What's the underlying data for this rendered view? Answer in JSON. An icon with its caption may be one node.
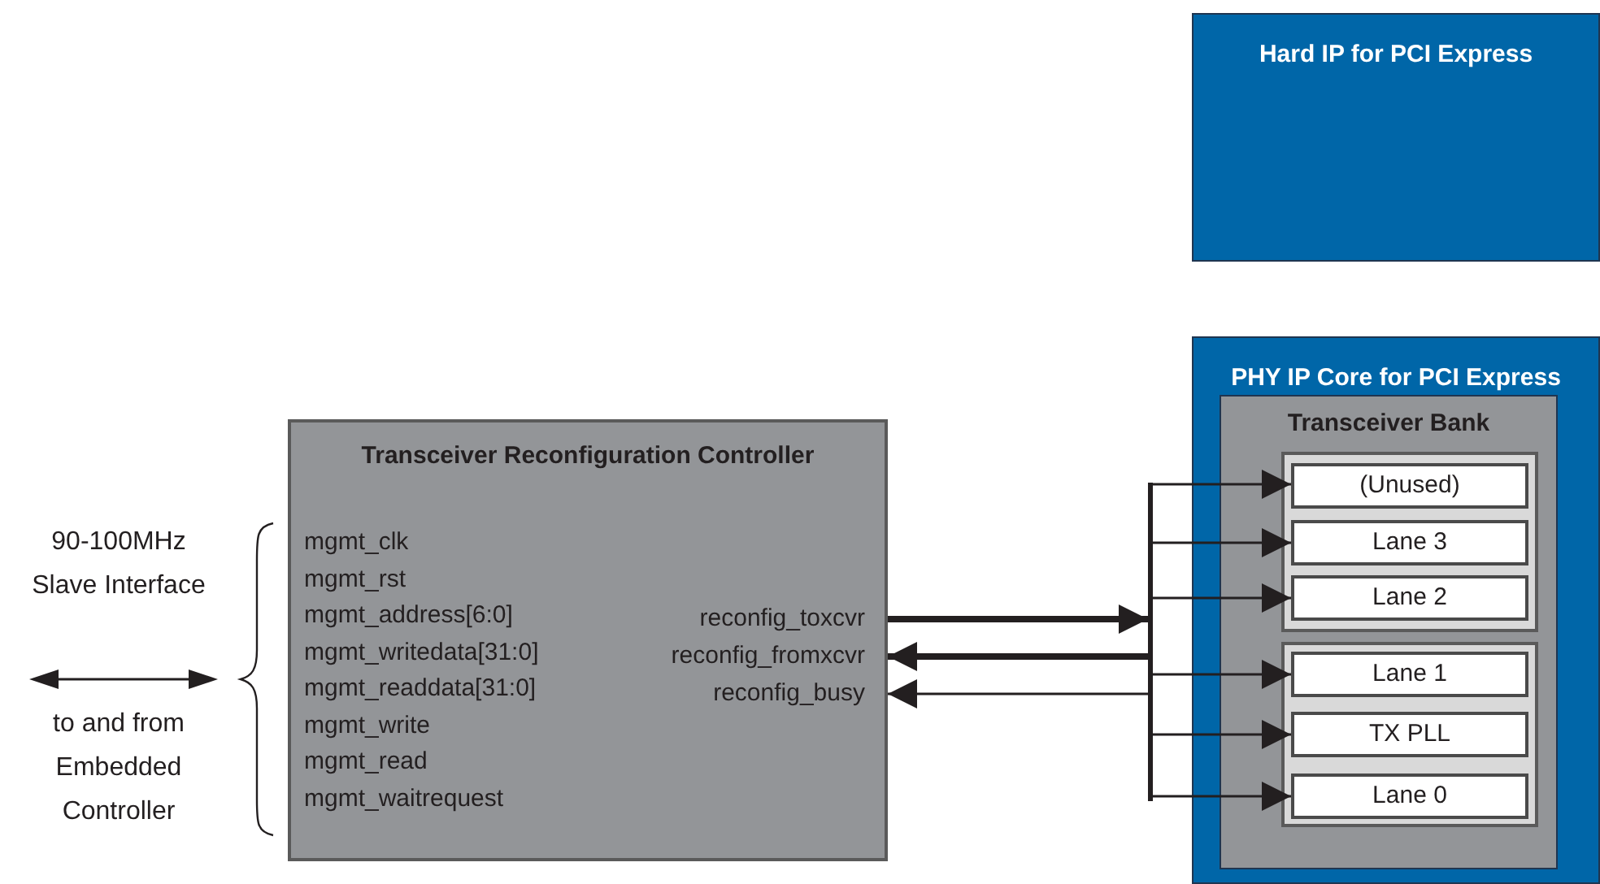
{
  "diagram": {
    "nodes": [
      {
        "text": [
          "Hard IP for PCI Express"
        ]
      },
      {
        "text": [
          "Transceiver Reconfiguration Controller",
          "mgmt_clk",
          "mgmt_rst",
          "mgmt_address[6:0]",
          "mgmt_writedata[31:0]",
          "mgmt_readdata[31:0]",
          "mgmt_write",
          "mgmt_read",
          "mgmt_waitrequest",
          "reconfig_toxcvr",
          "reconfig_fromxcvr",
          "reconfig_busy"
        ]
      },
      {
        "text": [
          "PHY IP Core for PCI Express"
        ]
      },
      {
        "text": [
          "Transceiver Bank"
        ],
        "in": 2
      },
      {
        "text": [],
        "shape": "box",
        "in": 3
      },
      {
        "text": [
          "(Unused)"
        ],
        "in": 4
      },
      {
        "text": [
          "Lane 3"
        ],
        "in": 4
      },
      {
        "text": [
          "Lane 2"
        ],
        "in": 4
      },
      {
        "text": [],
        "shape": "box",
        "in": 3
      },
      {
        "text": [
          "Lane 1"
        ],
        "in": 8
      },
      {
        "text": [
          "TX PLL"
        ],
        "in": 8
      },
      {
        "text": [
          "Lane 0"
        ],
        "in": 8
      },
      {
        "text": [],
        "shape": "bar"
      }
    ],
    "edges": [
      {
        "from": 1,
        "to": 12,
        "arrow": "to",
        "style": "thick"
      },
      {
        "from": 12,
        "to": 1,
        "arrow": "to",
        "style": "thick"
      },
      {
        "from": 12,
        "to": 1,
        "arrow": "to"
      },
      {
        "from": 12,
        "to": 5,
        "arrow": "to"
      },
      {
        "from": 12,
        "to": 6,
        "arrow": "to"
      },
      {
        "from": 12,
        "to": 7,
        "arrow": "to"
      },
      {
        "from": 12,
        "to": 9,
        "arrow": "to"
      },
      {
        "from": 12,
        "to": 10,
        "arrow": "to"
      },
      {
        "from": 12,
        "to": 11,
        "arrow": "to"
      }
    ],
    "labels": [
      "90-100MHz Slave Interface",
      "to and from Embedded Controller"
    ]
  }
}
